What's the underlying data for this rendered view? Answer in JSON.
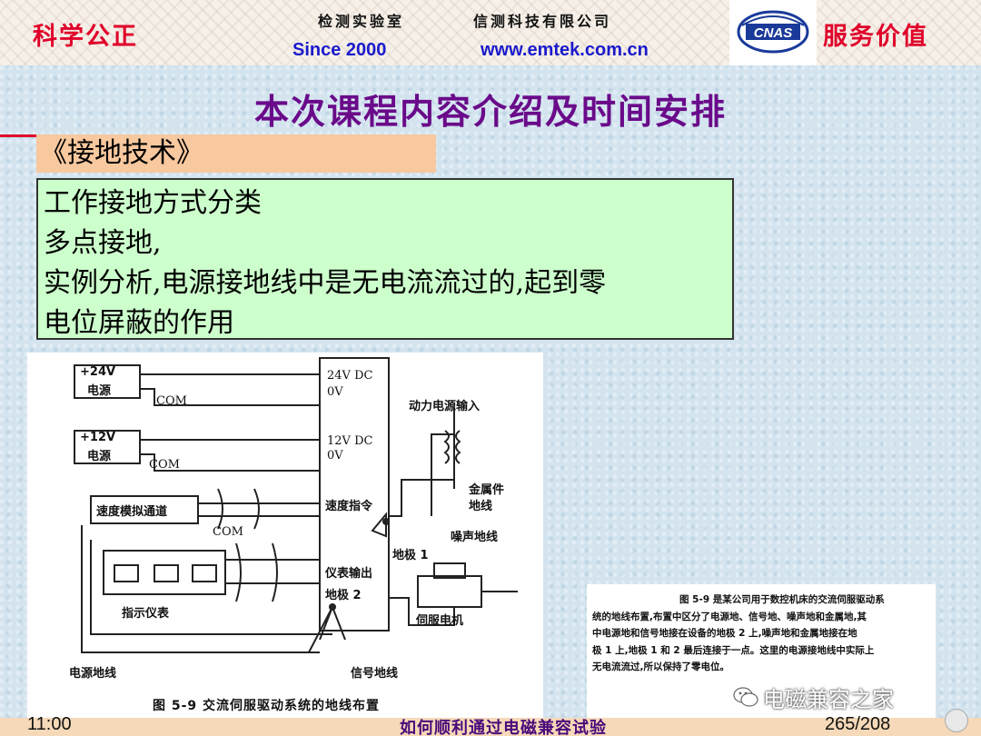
{
  "header": {
    "slogan_left": "科学公正",
    "slogan_right": "服务价值",
    "lab": "检测实验室",
    "company": "信测科技有限公司",
    "since": "Since 2000",
    "website": "www.emtek.com.cn",
    "cnas_logo_text": "CNAS"
  },
  "title": "本次课程内容介绍及时间安排",
  "section": "《接地技术》",
  "content_lines": [
    "工作接地方式分类",
    "多点接地,",
    "实例分析,电源接地线中是无电流流过的,起到零",
    "电位屏蔽的作用"
  ],
  "figure": {
    "labels": {
      "v24": "+24V",
      "v24_sub": "电源",
      "com1": "COM",
      "v12": "+12V",
      "v12_sub": "电源",
      "com2": "COM",
      "speed_channel": "速度模拟通道",
      "com3": "COM",
      "dc24": "24V DC",
      "ov1": "0V",
      "dc12": "12V DC",
      "ov2": "0V",
      "speed_cmd": "速度指令",
      "meter_out": "仪表输出",
      "ground2": "地极 2",
      "ground1": "地极 1",
      "power_in": "动力电源输入",
      "metal": "金属件",
      "metal_sub": "地线",
      "noise": "噪声地线",
      "servo": "伺服电机",
      "indicator": "指示仪表",
      "power_gnd": "电源地线",
      "signal_gnd": "信号地线"
    },
    "caption": "图 5-9   交流伺服驱动系统的地线布置"
  },
  "note_lines": [
    "图 5-9 是某公司用于数控机床的交流伺服驱动系",
    "统的地线布置,布置中区分了电源地、信号地、噪声地和金属地,其",
    "中电源地和信号地接在设备的地极 2 上,噪声地和金属地接在地",
    "极 1 上,地极 1 和 2 最后连接于一点。这里的电源接地线中实际上",
    "无电流流过,所以保持了零电位。"
  ],
  "watermark": "电磁兼容之家",
  "footer": {
    "time": "11:00",
    "course": "如何顺利通过电磁兼容试验",
    "page": "265/208"
  },
  "colors": {
    "slogan": "#e0002a",
    "title": "#6a0a8a",
    "section_bg": "#f8c89e",
    "content_bg": "#ccffcc",
    "header_link": "#1a1acc"
  }
}
